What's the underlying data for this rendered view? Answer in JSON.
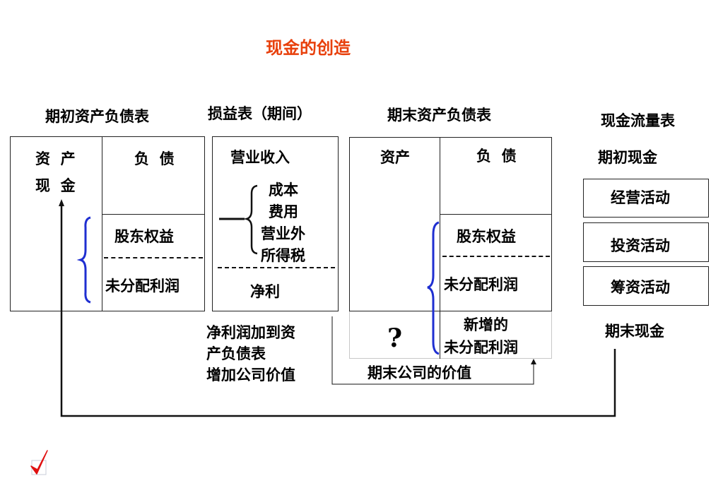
{
  "title": "现金的创造",
  "headers": {
    "opening_bs": "期初资产负债表",
    "income_stmt": "损益表（期间）",
    "closing_bs": "期末资产负债表",
    "cash_flow": "现金流量表"
  },
  "opening_bs": {
    "assets": "资  产",
    "cash": "现  金",
    "liabilities": "负  债",
    "equity": "股东权益",
    "retained": "未分配利润"
  },
  "income_stmt": {
    "revenue": "营业收入",
    "deductions": [
      "成本",
      "费用",
      "营业外",
      "所得税"
    ],
    "net_profit": "净利"
  },
  "closing_bs": {
    "assets": "资产",
    "liabilities": "负  债",
    "equity": "股东权益",
    "retained": "未分配利润",
    "question": "?",
    "new_retained_1": "新增的",
    "new_retained_2": "未分配利润"
  },
  "cash_flow": {
    "opening_cash": "期初现金",
    "operating": "经营活动",
    "investing": "投资活动",
    "financing": "筹资活动",
    "closing_cash": "期末现金"
  },
  "notes": {
    "net_profit_note": [
      "净利润加到资",
      "产负债表",
      "增加公司价值"
    ],
    "closing_value": "期末公司的价值"
  },
  "colors": {
    "title": "#e8400c",
    "brace": "#1f2fd1",
    "checkmark": "#e01010"
  }
}
